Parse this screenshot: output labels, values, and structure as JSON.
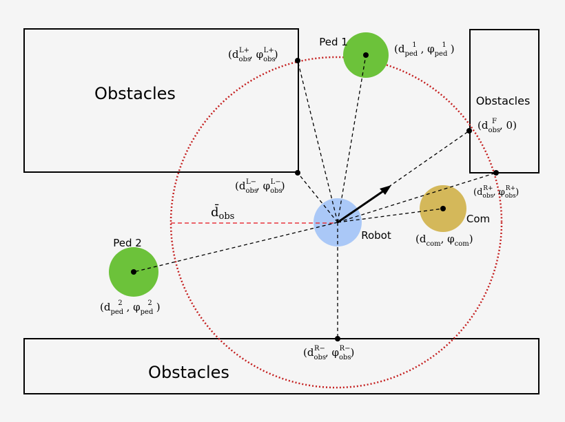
{
  "obstacles": {
    "left_label": "Obstacles",
    "right_label": "Obstacles",
    "bottom_label": "Obstacles"
  },
  "agents": {
    "ped1": "Ped 1",
    "ped2": "Ped 2",
    "robot": "Robot",
    "com": "Com"
  },
  "labels": {
    "d_obs_L_plus": {
      "base": "(d",
      "sub": "obs",
      "sup": "L+",
      "mid": ", φ",
      "sub2": "obs",
      "sup2": "L+",
      "end": ")"
    },
    "d_obs_L_minus": {
      "base": "(d",
      "sub": "obs",
      "sup": "L−",
      "mid": ", φ",
      "sub2": "obs",
      "sup2": "L−",
      "end": ")"
    },
    "d_ped_1": {
      "base": "(d",
      "sub": "ped",
      "sup": "1",
      "mid": ", φ",
      "sub2": "ped",
      "sup2": "1",
      "end": ")"
    },
    "d_ped_2": {
      "base": "(d",
      "sub": "ped",
      "sup": "2",
      "mid": ", φ",
      "sub2": "ped",
      "sup2": "2",
      "end": ")"
    },
    "d_obs_F": {
      "base": "(d",
      "sub": "obs",
      "sup": "F",
      "mid": ", 0)"
    },
    "d_obs_R_plus": {
      "base": "(d",
      "sub": "obs",
      "sup": "R+",
      "mid": ", φ",
      "sub2": "obs",
      "sup2": "R+",
      "end": ")"
    },
    "d_obs_R_minus": {
      "base": "(d",
      "sub": "obs",
      "sup": "R−",
      "mid": ", φ",
      "sub2": "obs",
      "sup2": "R−",
      "end": ")"
    },
    "d_com": {
      "base": "(d",
      "sub": "com",
      "mid": ", φ",
      "sub2": "com",
      "end": ")"
    },
    "d_bar": {
      "base": "d̄",
      "sub": "obs"
    }
  },
  "colors": {
    "background": "#f5f5f5",
    "ped": "#6cc23a",
    "robot": "#aac8f7",
    "com": "#d4b85a",
    "range_circle": "#c41e1e",
    "radius_line": "#e8343c"
  }
}
